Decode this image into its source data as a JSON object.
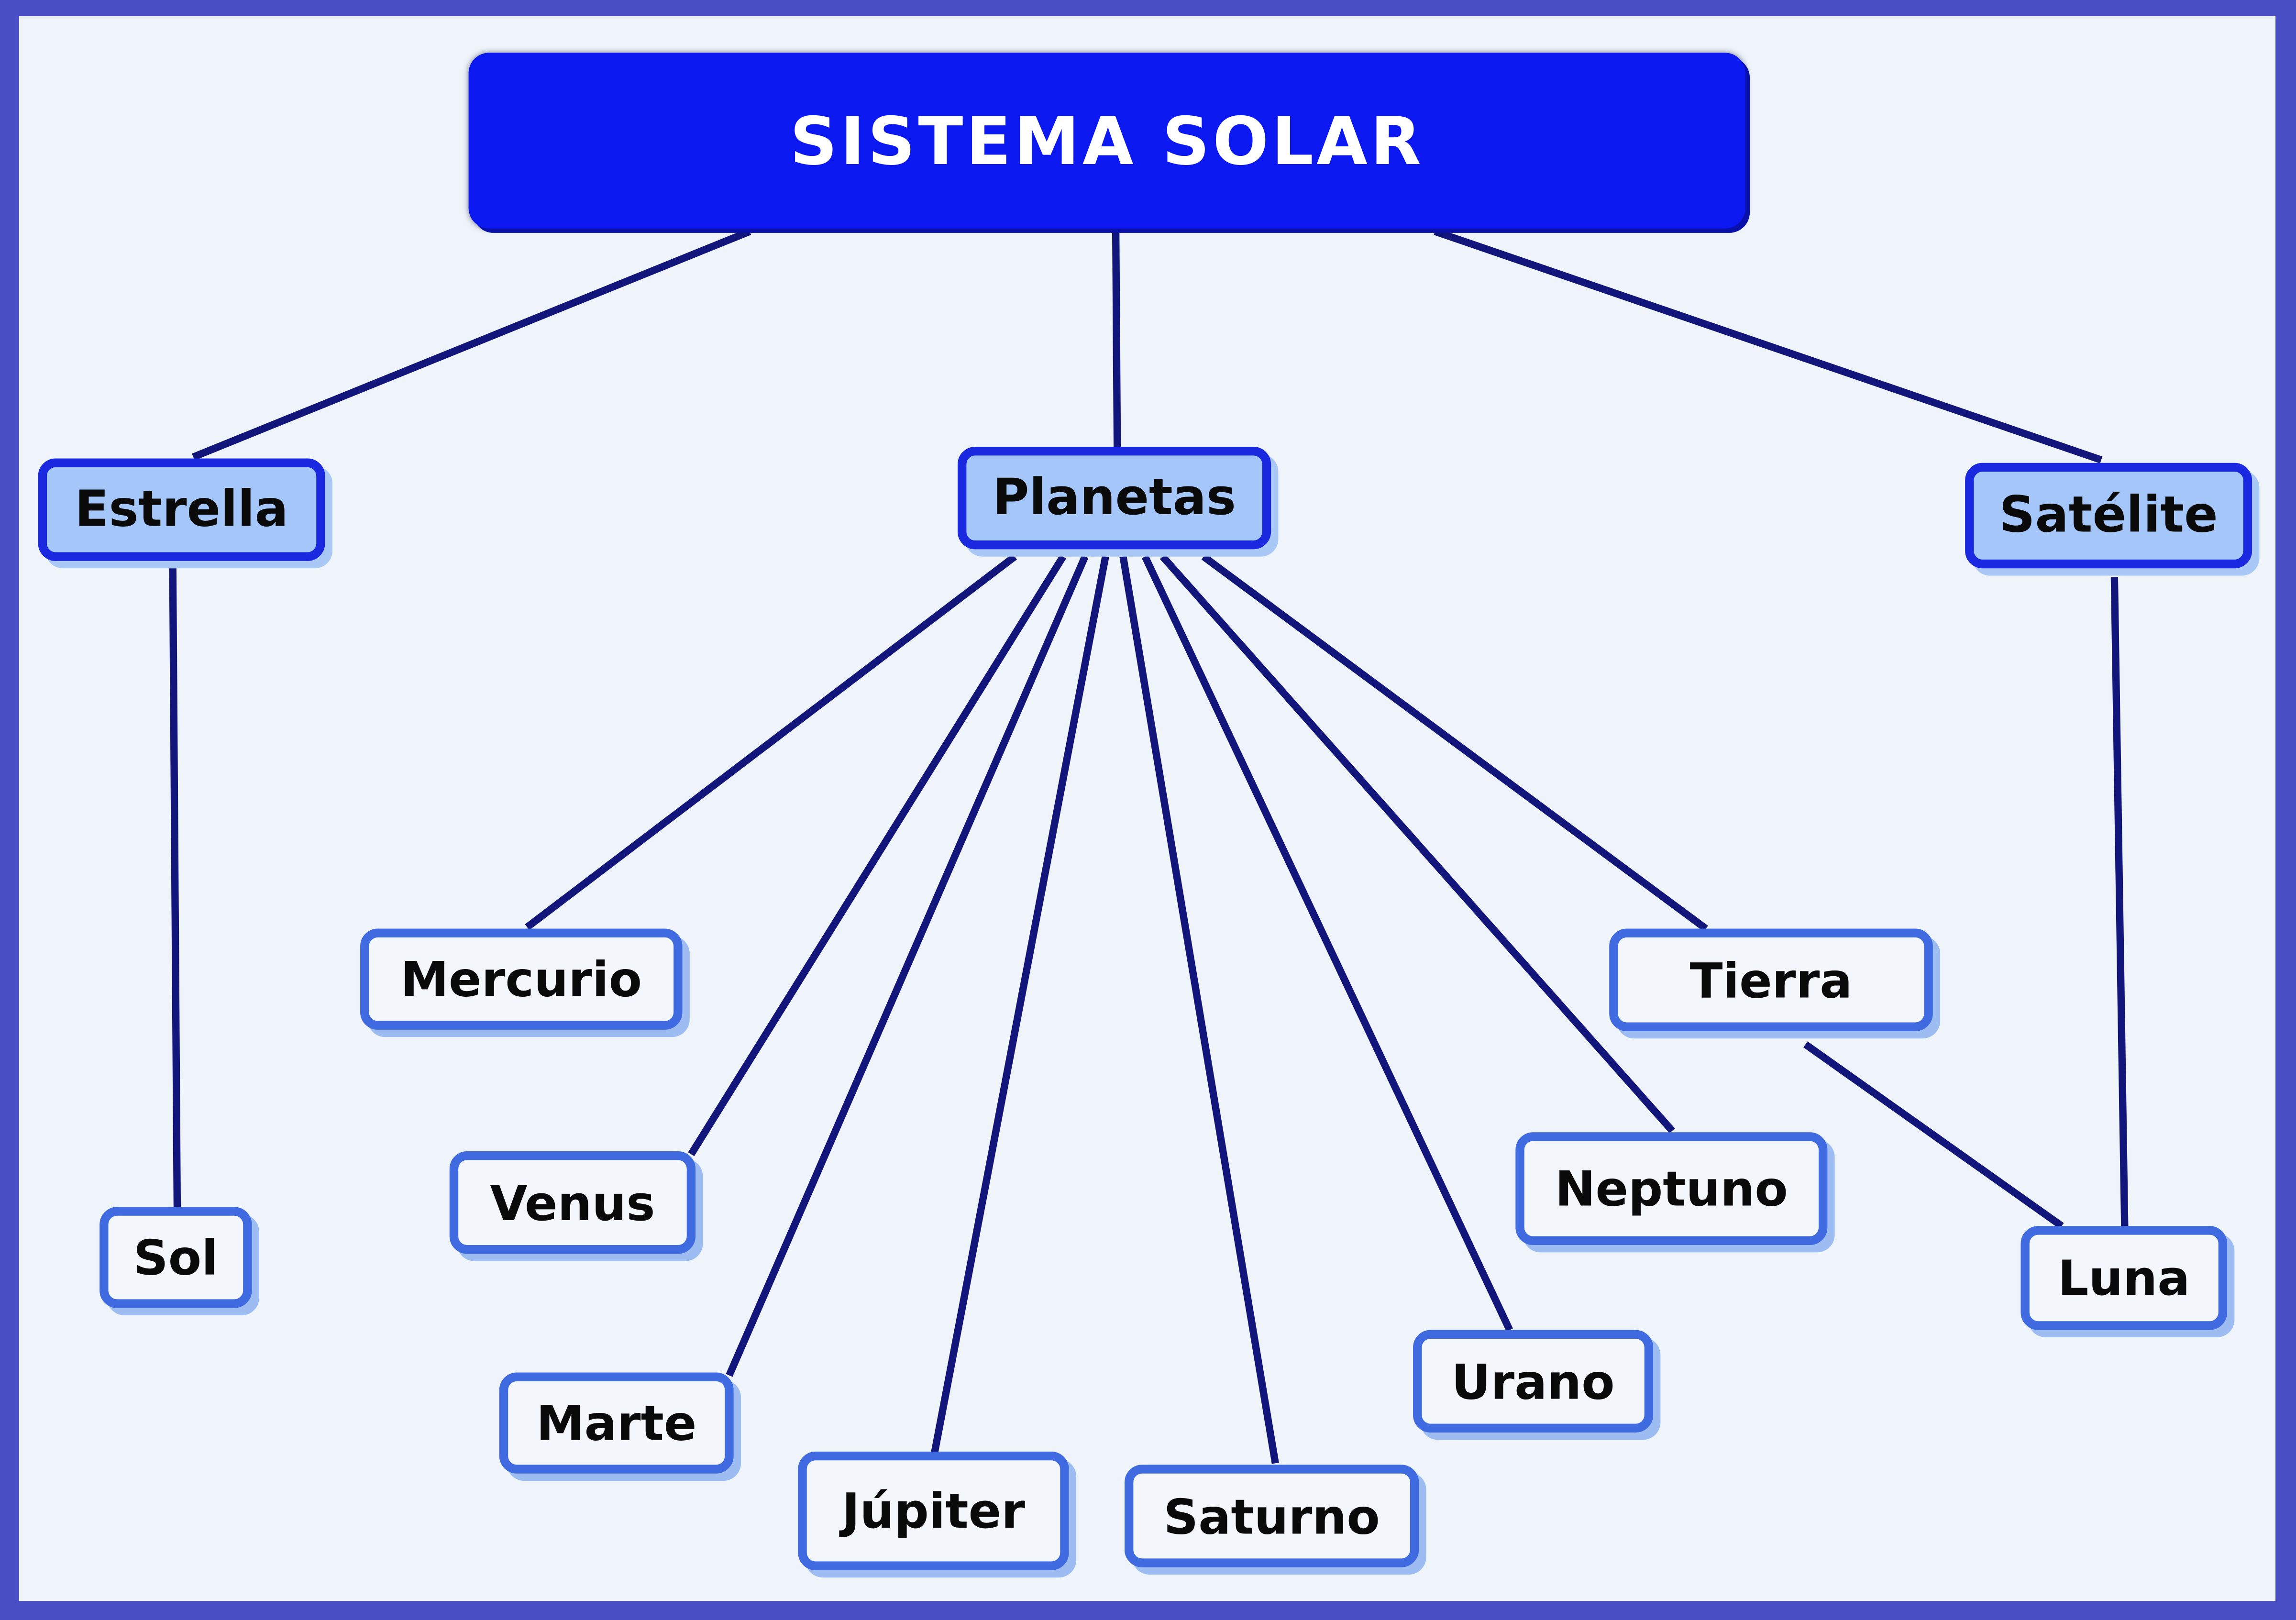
{
  "title": "SISTEMA SOLAR",
  "categories": {
    "estrella": "Estrella",
    "planetas": "Planetas",
    "satelite": "Satélite"
  },
  "leaves": {
    "sol": "Sol",
    "mercurio": "Mercurio",
    "venus": "Venus",
    "marte": "Marte",
    "jupiter": "Júpiter",
    "saturno": "Saturno",
    "urano": "Urano",
    "neptuno": "Neptuno",
    "tierra": "Tierra",
    "luna": "Luna"
  },
  "edges": [
    [
      "SISTEMA SOLAR",
      "Estrella"
    ],
    [
      "SISTEMA SOLAR",
      "Planetas"
    ],
    [
      "SISTEMA SOLAR",
      "Satélite"
    ],
    [
      "Estrella",
      "Sol"
    ],
    [
      "Planetas",
      "Mercurio"
    ],
    [
      "Planetas",
      "Venus"
    ],
    [
      "Planetas",
      "Marte"
    ],
    [
      "Planetas",
      "Júpiter"
    ],
    [
      "Planetas",
      "Saturno"
    ],
    [
      "Planetas",
      "Urano"
    ],
    [
      "Planetas",
      "Neptuno"
    ],
    [
      "Planetas",
      "Tierra"
    ],
    [
      "Tierra",
      "Luna"
    ],
    [
      "Satélite",
      "Luna"
    ]
  ],
  "colors": {
    "outer_border": "#4a4ec4",
    "background": "#eef4fa",
    "root_fill": "#0c18f0",
    "category_fill": "#a4c6f8",
    "category_border": "#1a28e0",
    "leaf_fill": "#f3f7fc",
    "leaf_border": "#3f6ae0",
    "connector": "#12157a"
  }
}
